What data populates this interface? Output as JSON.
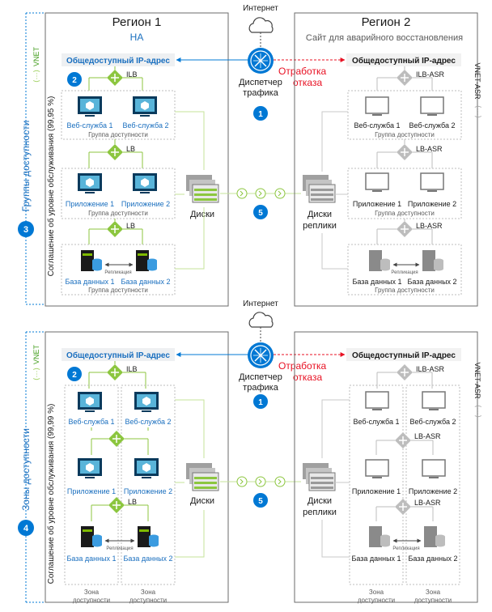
{
  "colors": {
    "blue": "#0078d4",
    "blue_text": "#1a6fbf",
    "green": "#8cc63f",
    "red": "#e81123",
    "gray": "#8a8a8a",
    "border": "#6b6b6b"
  },
  "top": {
    "internet": "Интернет",
    "region1_title": "Регион 1",
    "region1_sub": "HA",
    "region2_title": "Регион 2",
    "region2_sub": "Сайт для аварийного восстановления",
    "vnet": "VNET",
    "vnet_asr": "VNET-ASR",
    "public_ip": "Общедоступный IP-адрес",
    "public_ip_asr": "Общедоступный IP-адрес",
    "traffic_manager_1": "Диспетчер",
    "traffic_manager_2": "трафика",
    "failover_1": "Отработка",
    "failover_2": "отказа",
    "badge_1": "1",
    "badge_2": "2",
    "badge_5": "5",
    "badge_side": "3",
    "ilb": "ILB",
    "lb": "LB",
    "ilb_asr": "ILB-ASR",
    "lb_asr": "LB-ASR",
    "web1": "Веб-служба 1",
    "web2": "Веб-служба 2",
    "app1": "Приложение 1",
    "app2": "Приложение 2",
    "db1": "База данных 1",
    "db2": "База данных 2",
    "availability_group": "Группа доступности",
    "replication": "Репликация",
    "disks": "Диски",
    "replica_disks_1": "Диски",
    "replica_disks_2": "реплики",
    "sla": "Соглашение об уровне обслуживания (99,95 %)",
    "side_label": "Группы доступности"
  },
  "bottom": {
    "internet": "Интернет",
    "vnet": "VNET",
    "vnet_asr": "VNET-ASR",
    "public_ip": "Общедоступный IP-адрес",
    "public_ip_asr": "Общедоступный IP-адрес",
    "traffic_manager_1": "Диспетчер",
    "traffic_manager_2": "трафика",
    "failover_1": "Отработка",
    "failover_2": "отказа",
    "badge_1": "1",
    "badge_2": "2",
    "badge_5": "5",
    "badge_side": "4",
    "ilb": "ILB",
    "lb": "LB",
    "ilb_asr": "ILB-ASR",
    "lb_asr": "LB-ASR",
    "web1": "Веб-служба 1",
    "web2": "Веб-служба 2",
    "app1": "Приложение 1",
    "app2": "Приложение 2",
    "db1": "База данных 1",
    "db2": "База данных 2",
    "zone_1": "Зона",
    "zone_2": "доступности",
    "replication": "Репликация",
    "disks": "Диски",
    "replica_disks_1": "Диски",
    "replica_disks_2": "реплики",
    "sla": "Соглашение об уровне обслуживания (99,99 %)",
    "side_label": "Зоны доступности"
  }
}
